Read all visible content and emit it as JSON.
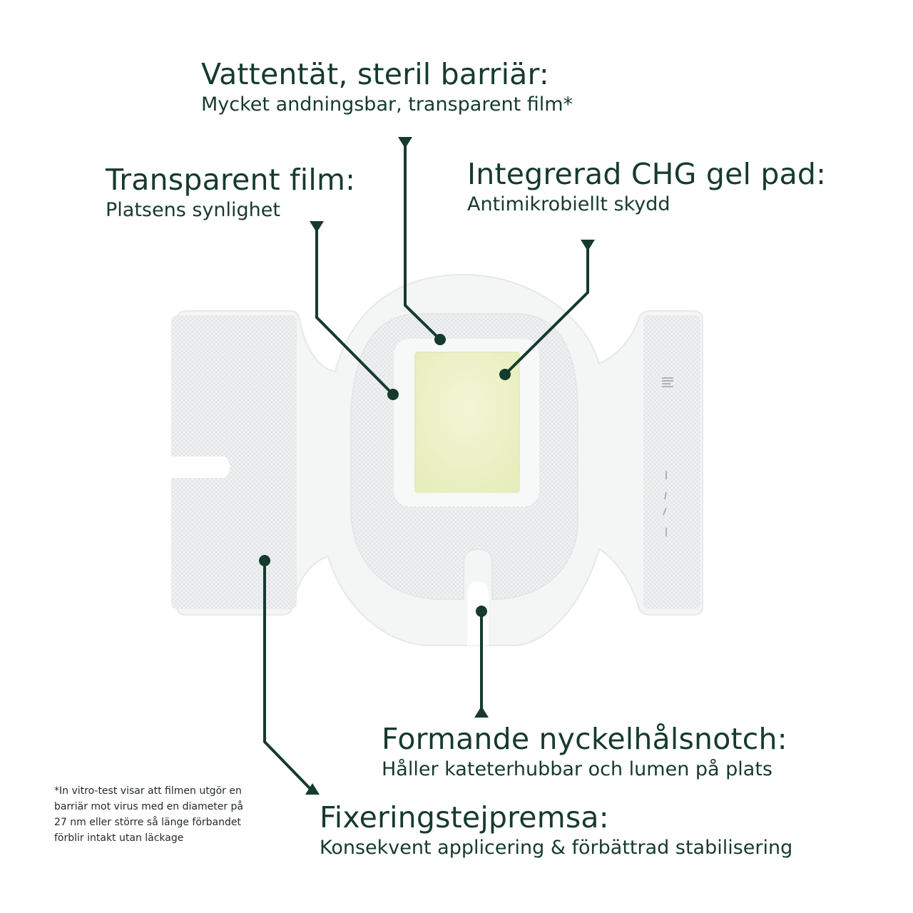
{
  "callouts": {
    "barrier": {
      "title": "Vattentät, steril barriär:",
      "sub": "Mycket andningsbar, transparent film*"
    },
    "film": {
      "title": "Transparent film:",
      "sub": "Platsens synlighet"
    },
    "chg": {
      "title": "Integrerad CHG gel pad:",
      "sub": "Antimikrobiellt skydd"
    },
    "notch": {
      "title": "Formande nyckelhålsnotch:",
      "sub": "Håller kateterhubbar och lumen på plats"
    },
    "tape": {
      "title": "Fixeringstejpremsa:",
      "sub": "Konsekvent applicering & förbättrad stabilisering"
    }
  },
  "footnote": "*In vitro-test visar att filmen utgör en barriär mot virus med en diameter på 27 nm eller större så länge förbandet förblir intakt utan läckage",
  "colors": {
    "text": "#163a2e",
    "line": "#163a2e",
    "gel": "#eef2c8",
    "dressing": "#f3f4f4",
    "texture": "#e2e4e5"
  }
}
